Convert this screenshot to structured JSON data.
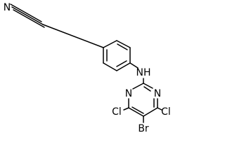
{
  "atoms": {
    "n_nitrile": "N",
    "nh": "NH",
    "n_ring_left": "N",
    "n_ring_right": "N",
    "cl_left": "Cl",
    "cl_right": "Cl",
    "br": "Br"
  },
  "colors": {
    "bond": "#000000",
    "label": "#000000",
    "background": "#ffffff"
  }
}
